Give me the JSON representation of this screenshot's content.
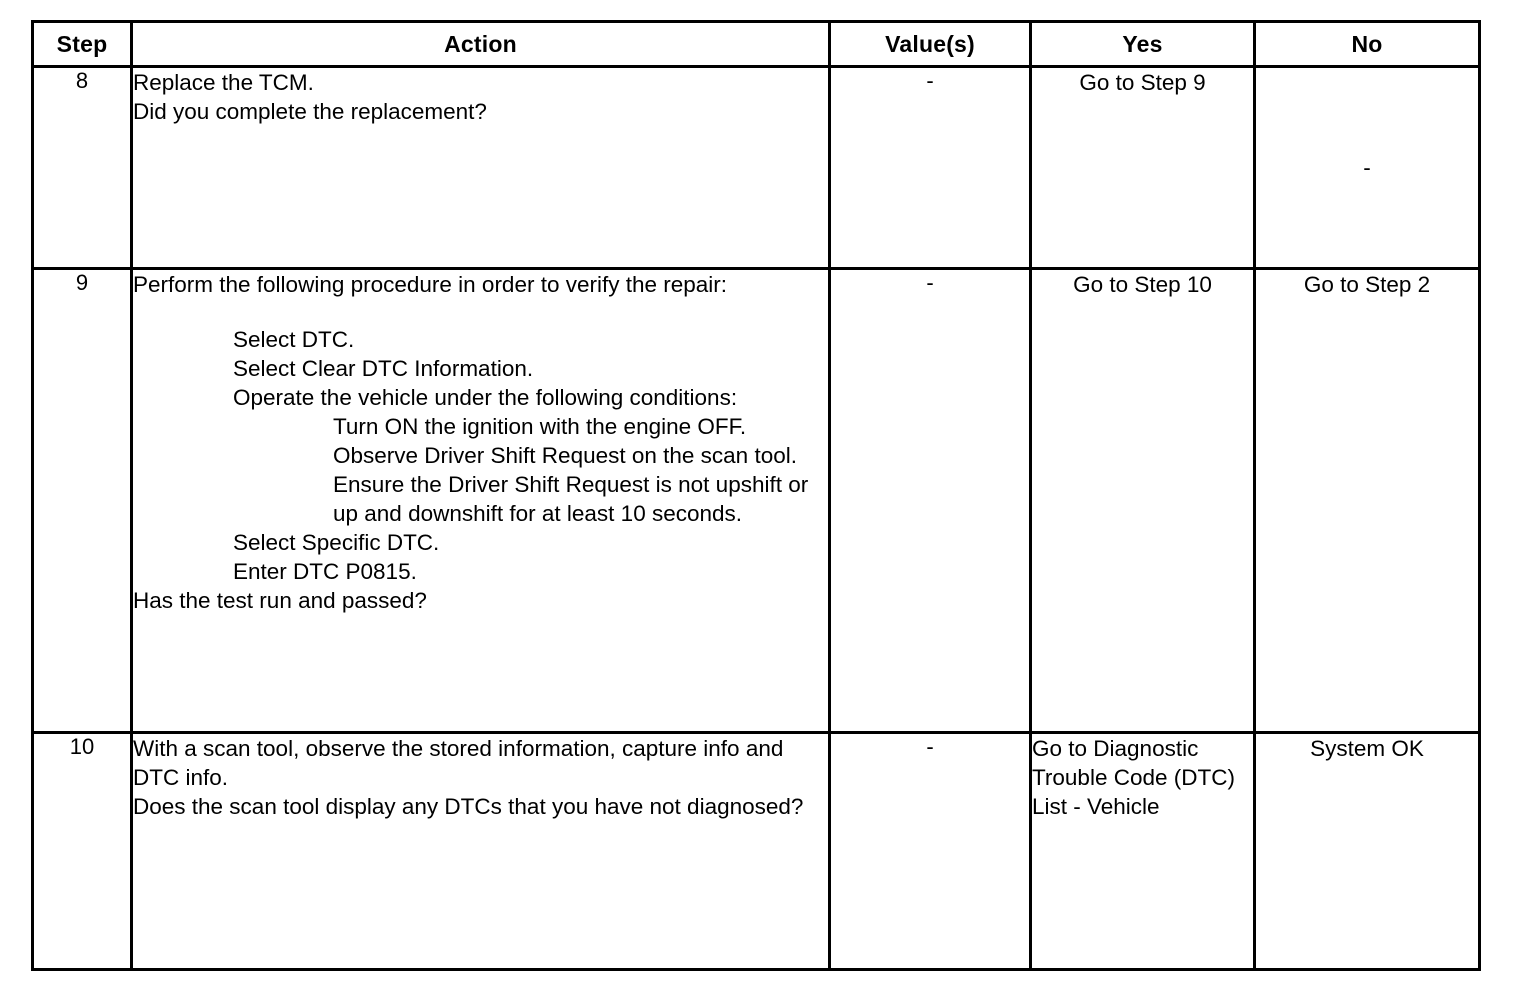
{
  "table": {
    "headers": {
      "step": "Step",
      "action": "Action",
      "value": "Value(s)",
      "yes": "Yes",
      "no": "No"
    },
    "rows": [
      {
        "step": "8",
        "action_intro": "Replace the TCM.",
        "action_question": "Did you complete the replacement?",
        "value": "-",
        "yes": "Go to Step 9",
        "no": "-"
      },
      {
        "step": "9",
        "action_intro": "Perform the following procedure in order to verify the repair:",
        "action_items": [
          {
            "text": "Select DTC.",
            "indent": 1
          },
          {
            "text": "Select Clear DTC Information.",
            "indent": 1
          },
          {
            "text": "Operate the vehicle under the following conditions:",
            "indent": 1
          },
          {
            "text": "Turn ON the ignition with the engine OFF.",
            "indent": 2
          },
          {
            "text": "Observe Driver Shift Request on the scan tool.",
            "indent": 2
          },
          {
            "text": "Ensure the Driver Shift Request is not upshift or up and downshift for at least 10 seconds.",
            "indent": 2
          },
          {
            "text": "Select Specific DTC.",
            "indent": 1
          },
          {
            "text": "Enter DTC P0815.",
            "indent": 1
          }
        ],
        "action_question": "Has the test run and passed?",
        "value": "-",
        "yes": "Go to Step 10",
        "no": "Go to Step 2"
      },
      {
        "step": "10",
        "action_intro": "With a scan tool, observe the stored information, capture info and DTC info.",
        "action_question": "Does the scan tool display any DTCs that you have not diagnosed?",
        "value": "-",
        "yes": "Go to Diagnostic Trouble Code (DTC) List - Vehicle",
        "no": "System OK"
      }
    ]
  },
  "style": {
    "border_color": "#000000",
    "text_color": "#000000",
    "background": "#ffffff"
  }
}
